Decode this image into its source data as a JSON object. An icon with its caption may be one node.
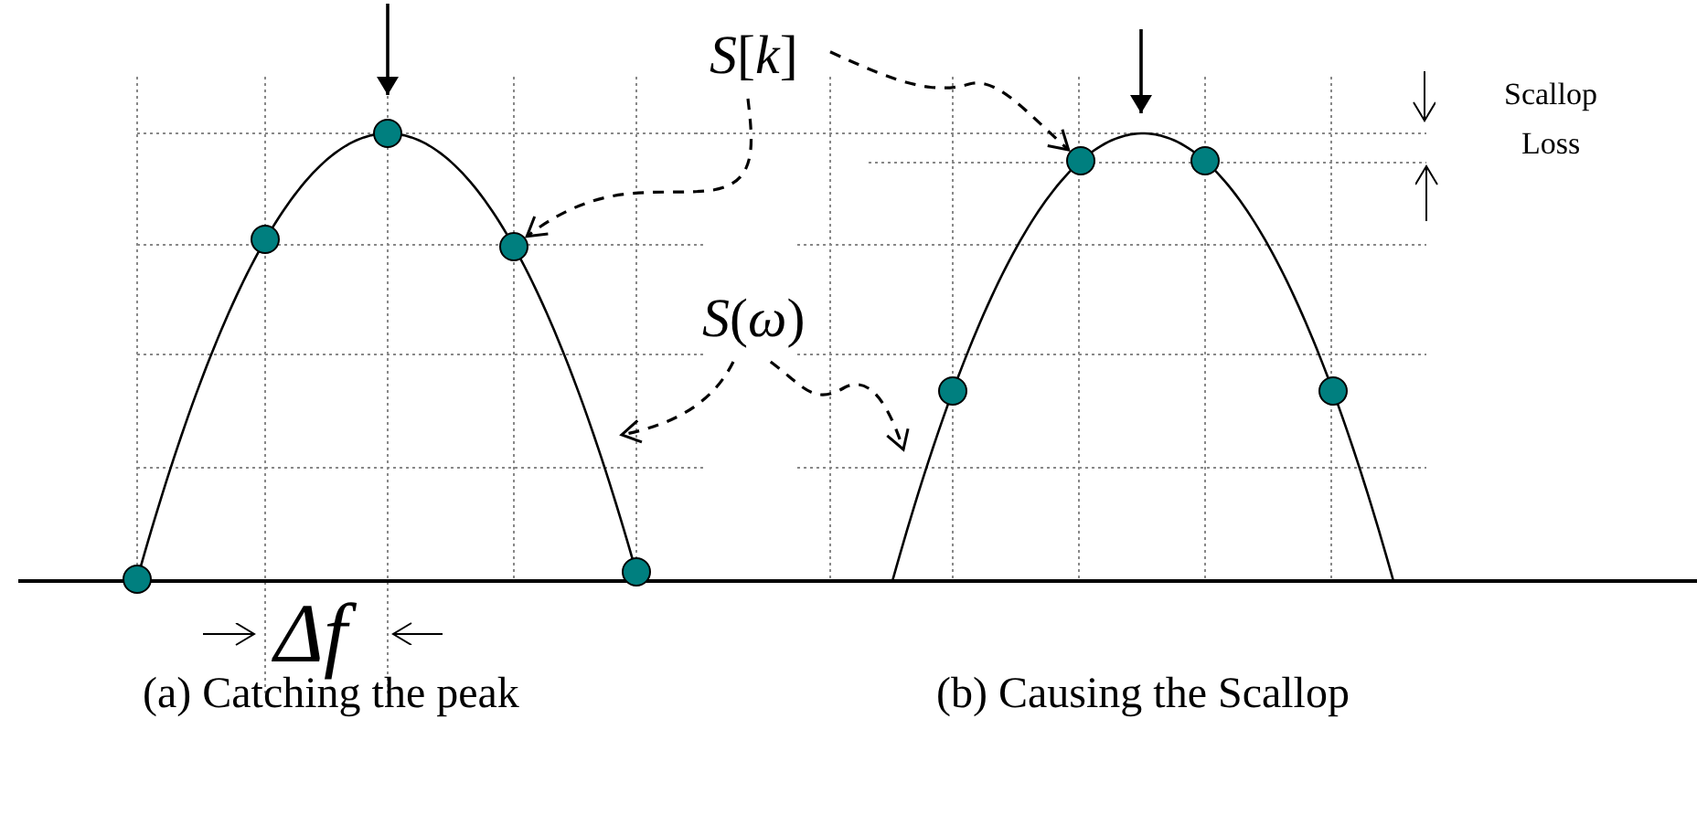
{
  "diagram": {
    "nodes": [
      {
        "text": [
          "*S*[*k*]"
        ]
      },
      {
        "text": [
          "*S*(*ω*)"
        ]
      },
      {
        "text": [],
        "shape": "circle"
      },
      {
        "text": [],
        "shape": "circle"
      },
      {
        "text": [],
        "shape": "circle"
      },
      {
        "text": [],
        "shape": "circle"
      },
      {
        "text": [],
        "shape": "circle"
      },
      {
        "text": [],
        "shape": "circle"
      },
      {
        "text": [],
        "shape": "circle"
      },
      {
        "text": [],
        "shape": "circle"
      },
      {
        "text": [],
        "shape": "circle"
      }
    ],
    "edges": [
      {
        "from": 0,
        "to": 8,
        "arrow": "to",
        "style": "dashed"
      },
      {
        "from": 0,
        "to": 5,
        "arrow": "to",
        "style": "dashed"
      },
      {
        "from": 1,
        "to": null,
        "arrow": "to",
        "style": "dashed"
      },
      {
        "from": 1,
        "to": null,
        "arrow": "to",
        "style": "dashed"
      }
    ],
    "labels": [
      "Scallop Loss",
      "Δf",
      "(a) Catching the peak",
      "(b) Causing the Scallop"
    ]
  }
}
